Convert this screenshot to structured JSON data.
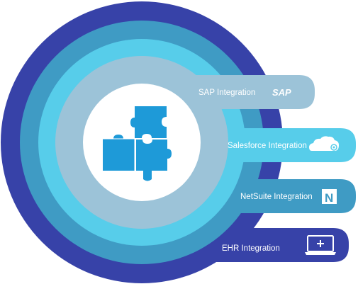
{
  "integrations": [
    {
      "label": "SAP Integration",
      "icon": "sap-logo-icon",
      "logo_text": "SAP",
      "color": "#9CC3D8"
    },
    {
      "label": "Salesforce Integration",
      "icon": "salesforce-cloud-icon",
      "color": "#57CDEA"
    },
    {
      "label": "NetSuite Integration",
      "icon": "netsuite-logo-icon",
      "logo_text": "N",
      "color": "#3F9BC4"
    },
    {
      "label": "EHR Integration",
      "icon": "monitor-plus-icon",
      "color": "#3742A8"
    }
  ],
  "center": {
    "icon": "puzzle-pieces-icon",
    "color": "#1E9AD8"
  }
}
